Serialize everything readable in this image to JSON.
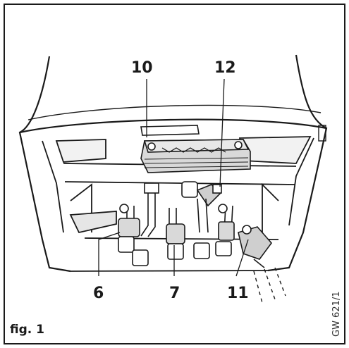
{
  "callouts": {
    "c10": "10",
    "c12": "12",
    "c6": "6",
    "c7": "7",
    "c11": "11"
  },
  "figure_label": "fig. 1",
  "reference_code": "GW 621/1",
  "colors": {
    "ink": "#1a1a1a",
    "shade": "#bfbfbf",
    "light_shade": "#e6e6e6",
    "paper": "#ffffff"
  }
}
